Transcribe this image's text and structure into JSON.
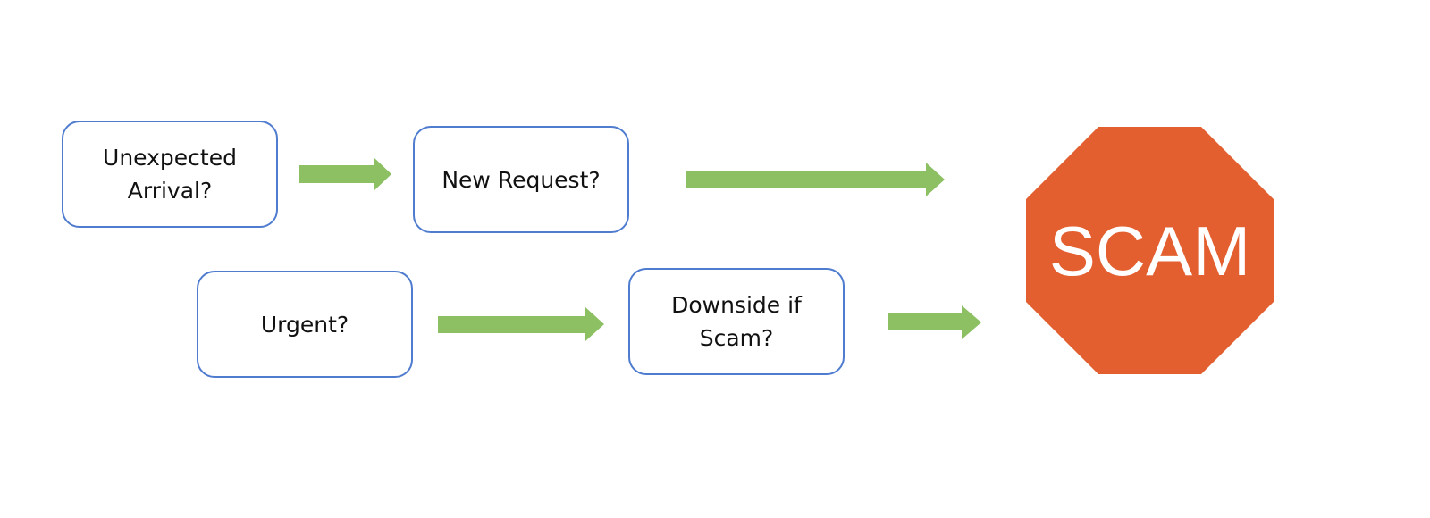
{
  "nodes": {
    "unexpected_arrival": "Unexpected\nArrival?",
    "new_request": "New Request?",
    "urgent": "Urgent?",
    "downside_if_scam": "Downside if\nScam?"
  },
  "result": {
    "label": "SCAM"
  },
  "colors": {
    "box_border": "#4f7ccf",
    "arrow": "#8cc063",
    "stop_sign": "#e45f2f",
    "text": "#111111"
  }
}
